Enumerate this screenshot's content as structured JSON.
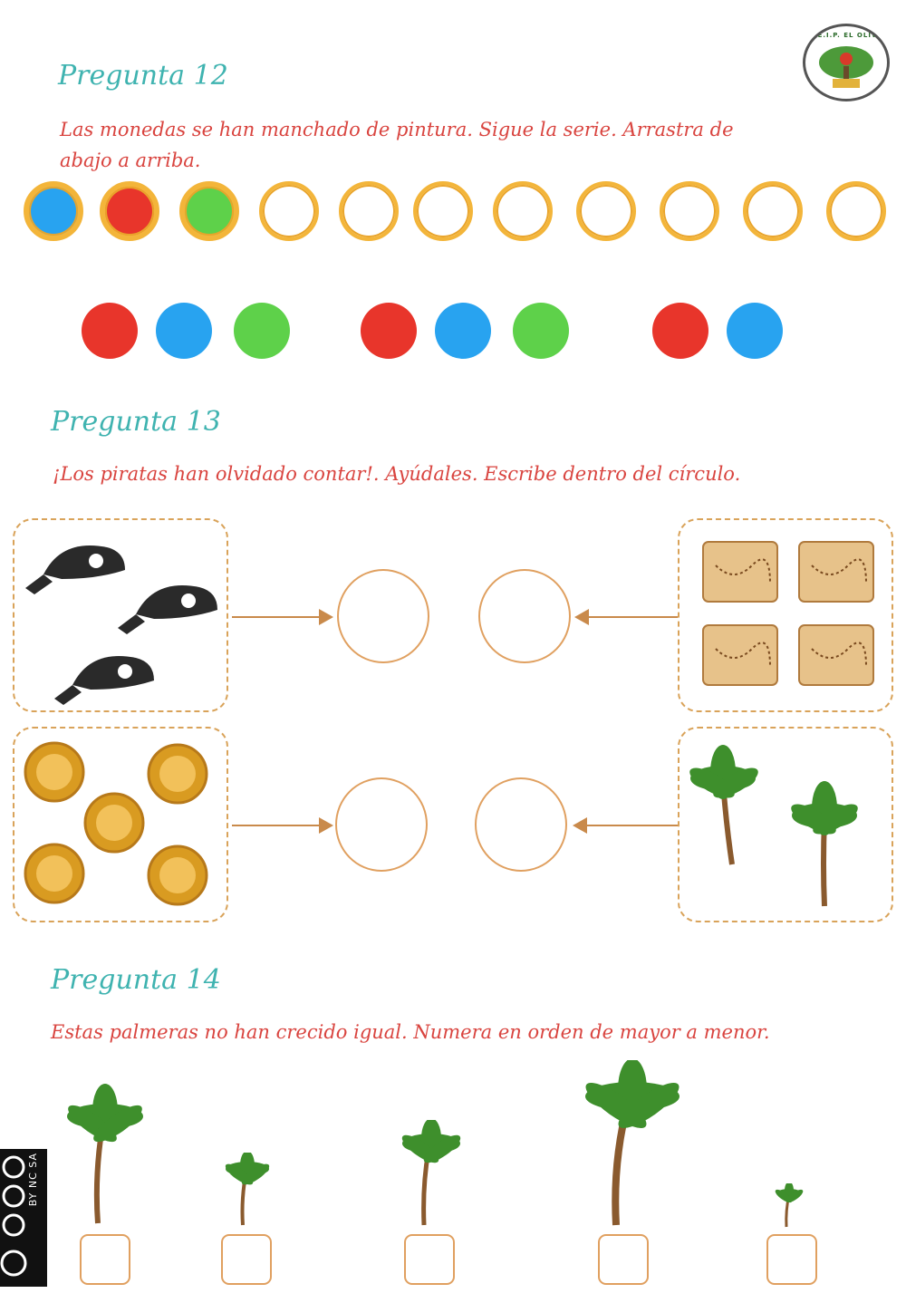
{
  "logo": {
    "text": "C.E.I.P. EL OLIVO"
  },
  "license": {
    "text": "BY NC SA"
  },
  "q12": {
    "title": "Pregunta 12",
    "text_line1": "Las monedas se han manchado de pintura. Sigue la serie. Arrastra de",
    "text_line2": "abajo a arriba.",
    "coins": [
      "#28a3f0",
      "#e8352b",
      "#5ed14a",
      "",
      "",
      "",
      "",
      "",
      "",
      "",
      ""
    ],
    "draggables": [
      "#e8352b",
      "#28a3f0",
      "#5ed14a",
      "#e8352b",
      "#28a3f0",
      "#5ed14a",
      "#e8352b",
      "#28a3f0"
    ]
  },
  "q13": {
    "title": "Pregunta 13",
    "text": "¡Los piratas han olvidado contar!. Ayúdales. Escribe dentro del círculo.",
    "items": [
      "bandana-icon",
      "treasure-map-icon",
      "gold-coin-icon",
      "palm-tree-icon"
    ],
    "counts": {
      "bandanas": 3,
      "maps": 4,
      "coins": 5,
      "palms": 2
    }
  },
  "q14": {
    "title": "Pregunta 14",
    "text": "Estas palmeras no han crecido igual. Numera en orden de mayor a menor.",
    "palm_count": 5
  }
}
